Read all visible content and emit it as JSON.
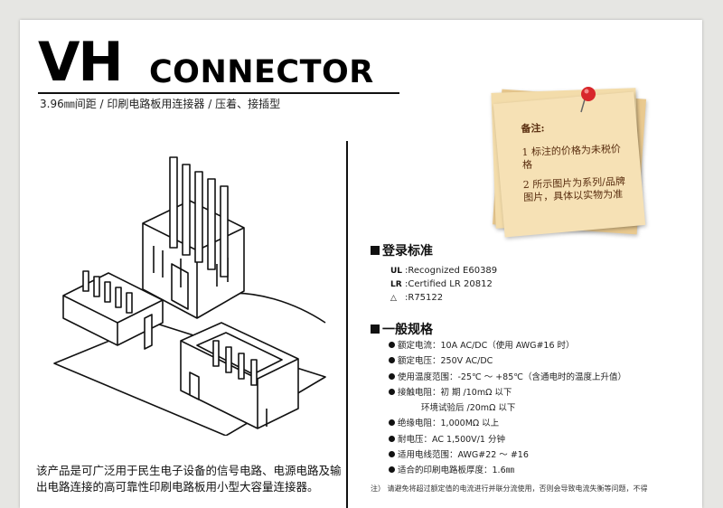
{
  "header": {
    "brand": "VH",
    "brand_sub": "CONNECTOR",
    "subtitle": "3.96㎜间距 / 印刷电路板用连接器 / 压着、接插型"
  },
  "note": {
    "title": "备注:",
    "items": [
      "1  标注的价格为未税价格",
      "2   所示图片为系列/品牌图片，具体以实物为准"
    ]
  },
  "certification": {
    "title": "登录标准",
    "items": [
      {
        "icon": "UL",
        "text": ":Recognized E60389"
      },
      {
        "icon": "LR",
        "text": ":Certified LR 20812"
      },
      {
        "icon": "△",
        "text": ":R75122"
      }
    ]
  },
  "specs": {
    "title": "一般规格",
    "items": [
      {
        "text": "额定电流：10A   AC/DC（使用 AWG#16 时）",
        "bullet": true
      },
      {
        "text": "额定电压：250V   AC/DC",
        "bullet": true
      },
      {
        "text": "使用温度范围：-25℃ ～ +85℃（含通电时的温度上升值）",
        "bullet": true
      },
      {
        "text": "接触电阻：初      期 /10mΩ  以下",
        "bullet": true
      },
      {
        "text": "环境试验后 /20mΩ  以下",
        "bullet": false
      },
      {
        "text": "绝缘电阻：1,000MΩ  以上",
        "bullet": true
      },
      {
        "text": "耐电压：AC 1,500V/1 分钟",
        "bullet": true
      },
      {
        "text": "适用电线范围：AWG#22 ～ #16",
        "bullet": true
      },
      {
        "text": "适合的印刷电路板厚度：1.6㎜",
        "bullet": true
      }
    ]
  },
  "description": "该产品是可广泛用于民生电子设备的信号电路、电源电路及输出电路连接的高可靠性印刷电路板用小型大容量连接器。",
  "footnote": "注）  请避免将超过额定值的电流进行并联分流使用，否则会导致电流失衡等问题，不得"
}
